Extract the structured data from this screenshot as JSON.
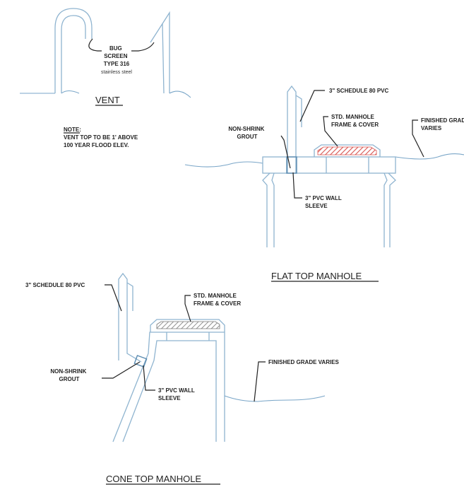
{
  "vent": {
    "label_lines": [
      "BUG",
      "SCREEN",
      "TYPE 316"
    ],
    "material": "stainless steel",
    "title": "VENT",
    "note_heading": "NOTE:",
    "note_lines": [
      "VENT TOP TO BE 1' ABOVE",
      "100 YEAR FLOOD ELEV."
    ]
  },
  "flat_top": {
    "pvc_label": "3\" SCHEDULE 80 PVC",
    "frame_label_lines": [
      "STD. MANHOLE",
      "FRAME & COVER"
    ],
    "grade_label_lines": [
      "FINISHED GRAD",
      "VARIES"
    ],
    "grout_label_lines": [
      "NON-SHRINK",
      "GROUT"
    ],
    "sleeve_label_lines": [
      "3\" PVC WALL",
      "SLEEVE"
    ],
    "title": "FLAT TOP MANHOLE"
  },
  "cone_top": {
    "pvc_label": "3\" SCHEDULE 80 PVC",
    "frame_label_lines": [
      "STD. MANHOLE",
      "FRAME & COVER"
    ],
    "grade_label": "FINISHED GRADE VARIES",
    "grout_label_lines": [
      "NON-SHRINK",
      "GROUT"
    ],
    "sleeve_label_lines": [
      "3\" PVC WALL",
      "SLEEVE"
    ],
    "title": "CONE TOP MANHOLE"
  },
  "colors": {
    "structure": "#8fb4d0",
    "leader": "#222222",
    "hatch": "#d9534f"
  }
}
